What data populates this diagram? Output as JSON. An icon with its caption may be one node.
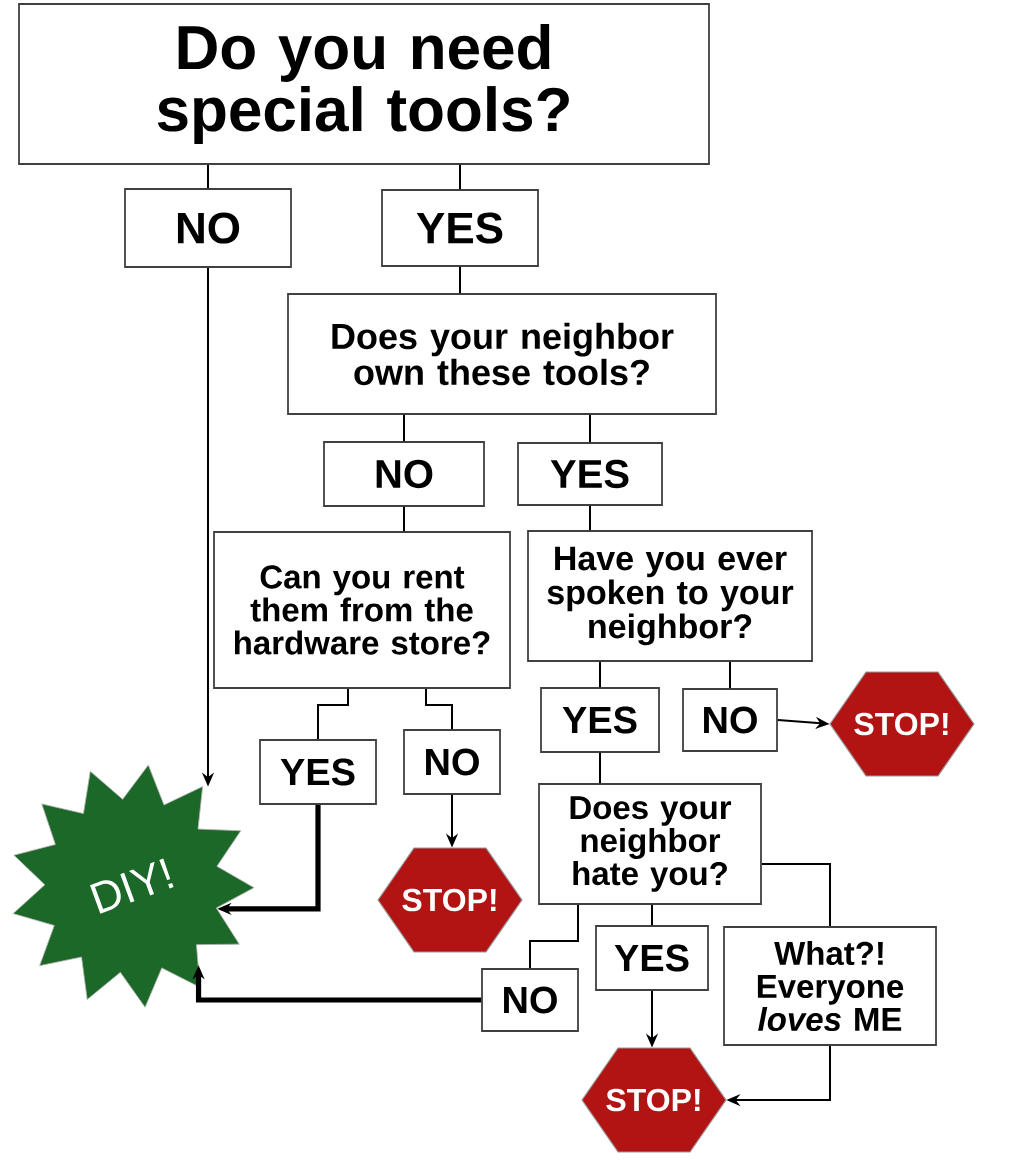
{
  "diagram": {
    "nodes": [
      {
        "text": [
          "Do you need special tools?"
        ]
      },
      {
        "text": [
          "NO"
        ]
      },
      {
        "text": [
          "YES"
        ]
      },
      {
        "text": [
          "Does your neighbor own these tools?"
        ]
      },
      {
        "text": [
          "NO"
        ]
      },
      {
        "text": [
          "YES"
        ]
      },
      {
        "text": [
          "Can you rent them from the hardware store?"
        ]
      },
      {
        "text": [
          "Have you ever spoken to your neighbor?"
        ]
      },
      {
        "text": [
          "YES"
        ]
      },
      {
        "text": [
          "NO"
        ]
      },
      {
        "text": [
          "STOP!"
        ]
      },
      {
        "text": [
          "YES"
        ]
      },
      {
        "text": [
          "NO"
        ]
      },
      {
        "text": [
          "Does your neighbor hate you?"
        ]
      },
      {
        "text": [
          "DIY!"
        ]
      },
      {
        "text": [
          "STOP!"
        ]
      },
      {
        "text": [
          "NO"
        ]
      },
      {
        "text": [
          "YES"
        ]
      },
      {
        "text": [
          "What?! Everyone *loves* ME"
        ]
      },
      {
        "text": [
          "STOP!"
        ]
      }
    ],
    "edges": [
      {
        "from": 0,
        "to": 1,
        "arrow": "none"
      },
      {
        "from": 0,
        "to": 2,
        "arrow": "none"
      },
      {
        "from": 2,
        "to": 3,
        "arrow": "none"
      },
      {
        "from": 3,
        "to": 4,
        "arrow": "none"
      },
      {
        "from": 3,
        "to": 5,
        "arrow": "none"
      },
      {
        "from": 4,
        "to": 6,
        "arrow": "none"
      },
      {
        "from": 5,
        "to": 7,
        "arrow": "none"
      },
      {
        "from": 6,
        "to": 11,
        "arrow": "none"
      },
      {
        "from": 6,
        "to": 12,
        "arrow": "none"
      },
      {
        "from": 7,
        "to": 8,
        "arrow": "none"
      },
      {
        "from": 7,
        "to": 9,
        "arrow": "none"
      },
      {
        "from": 9,
        "to": 10,
        "arrow": "to"
      },
      {
        "from": 1,
        "to": 14,
        "arrow": "to"
      },
      {
        "from": 11,
        "to": 14,
        "arrow": "to",
        "style": "thick"
      },
      {
        "from": 12,
        "to": 15,
        "arrow": "to"
      },
      {
        "from": 8,
        "to": 13,
        "arrow": "none"
      },
      {
        "from": 13,
        "to": 16,
        "arrow": "none"
      },
      {
        "from": 13,
        "to": 17,
        "arrow": "none"
      },
      {
        "from": 13,
        "to": 18,
        "arrow": "none"
      },
      {
        "from": 16,
        "to": 14,
        "arrow": "to",
        "style": "thick"
      },
      {
        "from": 17,
        "to": 19,
        "arrow": "to"
      },
      {
        "from": 18,
        "to": 19,
        "arrow": "to"
      }
    ]
  }
}
